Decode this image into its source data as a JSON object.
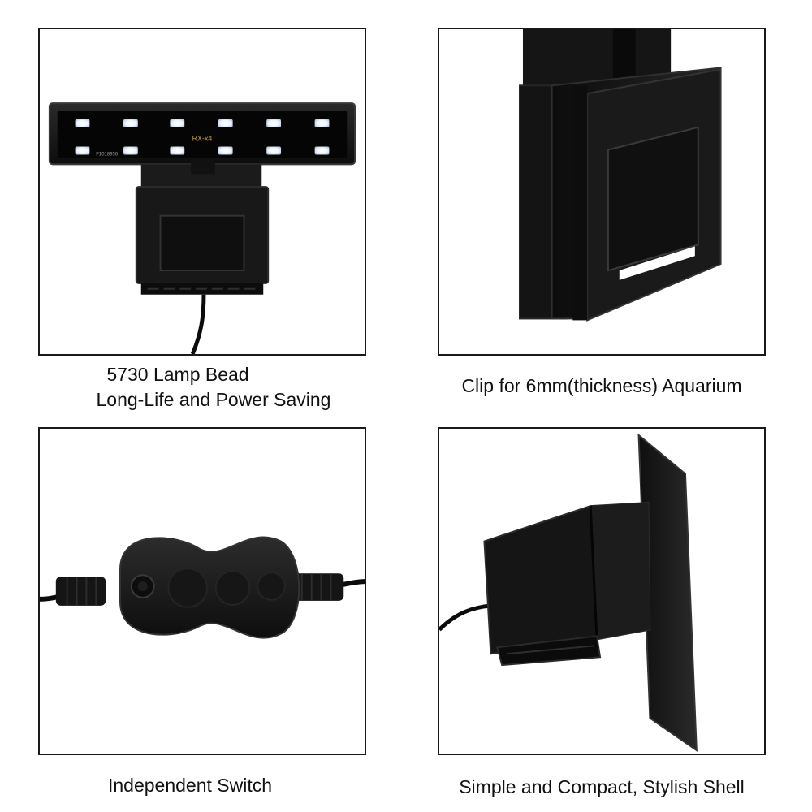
{
  "panels": [
    {
      "product_text": {
        "model": "RX-x4",
        "serial": "F1018956"
      },
      "caption_lines": [
        "5730 Lamp Bead",
        "Long-Life and Power Saving"
      ]
    },
    {
      "caption_lines": [
        "Clip for 6mm(thickness) Aquarium"
      ]
    },
    {
      "caption_lines": [
        "Independent Switch"
      ]
    },
    {
      "caption_lines": [
        "Simple and Compact, Stylish Shell"
      ]
    }
  ],
  "colors": {
    "frame_border": "#1a1a1a",
    "product_black": "#141414",
    "led_white": "#f4f8ff",
    "model_text": "#c9a13a"
  }
}
